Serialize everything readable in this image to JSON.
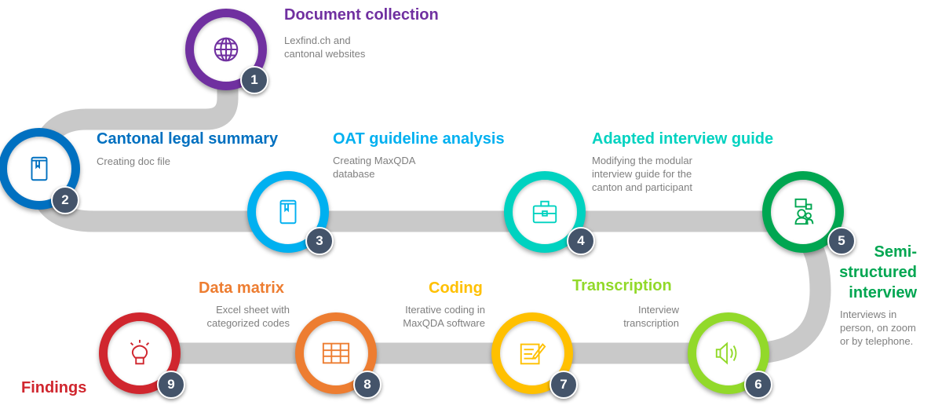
{
  "colors": {
    "path": "#c9c9c9",
    "badge": "#44546a",
    "desc": "#7f7f7f"
  },
  "steps": [
    {
      "number": "1",
      "title": "Document collection",
      "desc": "Lexfind.ch and\ncantonal websites",
      "color": "#7030a0",
      "icon": "globe-icon"
    },
    {
      "number": "2",
      "title": "Cantonal legal summary",
      "desc": "Creating doc file",
      "color": "#0070c0",
      "icon": "book-icon"
    },
    {
      "number": "3",
      "title": "OAT guideline analysis",
      "desc": "Creating MaxQDA\ndatabase",
      "color": "#00b0f0",
      "icon": "book-icon"
    },
    {
      "number": "4",
      "title": "Adapted interview guide",
      "desc": "Modifying the modular\ninterview guide for the\ncanton and participant",
      "color": "#00d2c0",
      "icon": "briefcase-icon"
    },
    {
      "number": "5",
      "title": "Semi-\nstructured\ninterview",
      "desc": "Interviews in\nperson, on zoom\nor by telephone.",
      "color": "#00a651",
      "icon": "people-chat-icon"
    },
    {
      "number": "6",
      "title": "Transcription",
      "desc": "Interview\ntranscription",
      "color": "#92d92a",
      "icon": "speaker-icon"
    },
    {
      "number": "7",
      "title": "Coding",
      "desc": "Iterative coding in\nMaxQDA software",
      "color": "#ffc000",
      "icon": "document-pen-icon"
    },
    {
      "number": "8",
      "title": "Data matrix",
      "desc": "Excel sheet with\ncategorized codes",
      "color": "#ed7d31",
      "icon": "table-icon"
    },
    {
      "number": "9",
      "title": "Findings",
      "color": "#d0262e",
      "icon": "lightbulb-icon"
    }
  ]
}
